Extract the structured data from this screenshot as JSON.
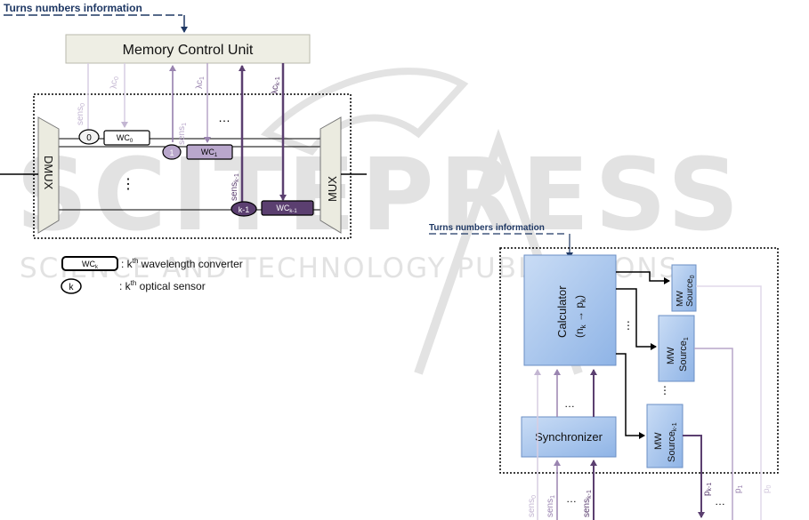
{
  "watermark": {
    "main": "SCITEPRESS",
    "sub": "SCIENCE AND TECHNOLOGY PUBLICATIONS"
  },
  "left": {
    "turns_label": "Turns numbers information",
    "mcu_label": "Memory Control Unit",
    "dmux_label": "DMUX",
    "mux_label": "MUX",
    "top_labels": {
      "sens0": "sens",
      "sens0_sub": "0",
      "lc0": "λc",
      "lc0_sub": "0",
      "sens1": "sens",
      "sens1_sub": "1",
      "lc1": "λc",
      "lc1_sub": "1",
      "lck": "λc",
      "lck_sub": "k-1",
      "sensk": "sens",
      "sensk_sub": "k-1"
    },
    "sensor0": "0",
    "sensor1": "1",
    "sensork": "k-1",
    "wc0": "WC",
    "wc0_sub": "0",
    "wc1": "WC",
    "wc1_sub": "1",
    "wck": "WC",
    "wck_sub": "k-1",
    "ellipsis": "…",
    "vdots": "⋮"
  },
  "legend": {
    "wc_box": "WC",
    "wc_box_sub": "k",
    "wc_text_pre": ": k",
    "wc_text_sup": "th",
    "wc_text_post": " wavelength converter",
    "sensor_circle": "k",
    "sensor_text_pre": ": k",
    "sensor_text_sup": "th",
    "sensor_text_post": " optical sensor"
  },
  "right": {
    "turns_label": "Turns numbers information",
    "calc_line1": "Calculator",
    "calc_line2": "(n",
    "calc_line2_sub": "k",
    "calc_line2_post": " → p",
    "calc_line2_sub2": "k",
    "calc_line2_end": ")",
    "synchronizer": "Synchronizer",
    "mw0": "MW",
    "mw0_2": "Source",
    "mw0_sub": "0",
    "mw1": "MW",
    "mw1_2": "Source",
    "mw1_sub": "1",
    "mwk": "MW",
    "mwk_2": "Source",
    "mwk_sub": "k-1",
    "ellipsis": "…",
    "vdots": "⋮",
    "bottom_sens0": "sens",
    "bottom_sens0_sub": "0",
    "bottom_sens1": "sens",
    "bottom_sens1_sub": "1",
    "bottom_sensk": "sens",
    "bottom_sensk_sub": "k-1",
    "out_k": "p",
    "out_k_sub": "k-1",
    "out_1": "p",
    "out_1_sub": "1",
    "out_0": "p",
    "out_0_sub": "0"
  },
  "colors": {
    "dark_purple": "#5b3f70",
    "mid_purple": "#9a84b0",
    "light_purple": "#c3b6d2",
    "navy": "#1f3864",
    "box_blue": "#a8c6ec",
    "mcu_fill": "#eeeee4"
  }
}
